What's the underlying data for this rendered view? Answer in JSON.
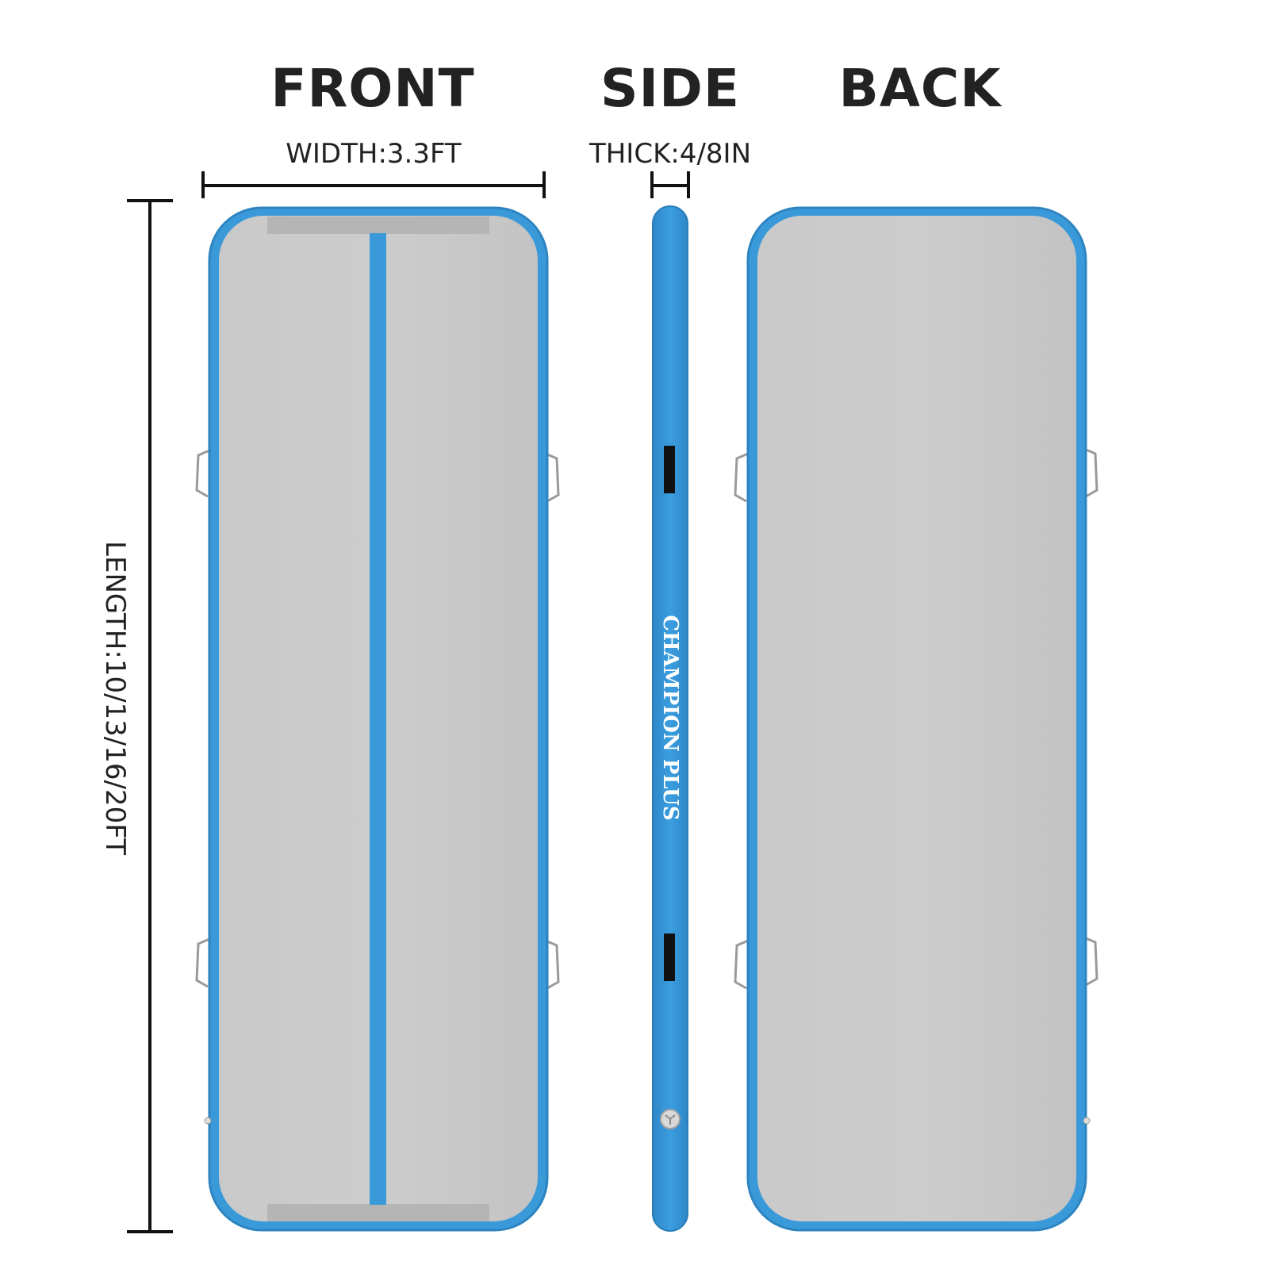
{
  "views": {
    "front_title": "FRONT",
    "side_title": "SIDE",
    "back_title": "BACK"
  },
  "dimensions": {
    "width": "WIDTH:3.3FT",
    "thickness": "THICK:4/8IN",
    "length": "LENGTH:10/13/16/20FT"
  },
  "branding": {
    "side_logo": "CHAMPION PLUS"
  },
  "colors": {
    "mat_blue": "#3a9ad9",
    "mat_blue_dark": "#2f85c2",
    "mat_gray": "#c7c7c7",
    "mat_gray_dark": "#b3b3b3",
    "dimension_line": "#111111"
  }
}
